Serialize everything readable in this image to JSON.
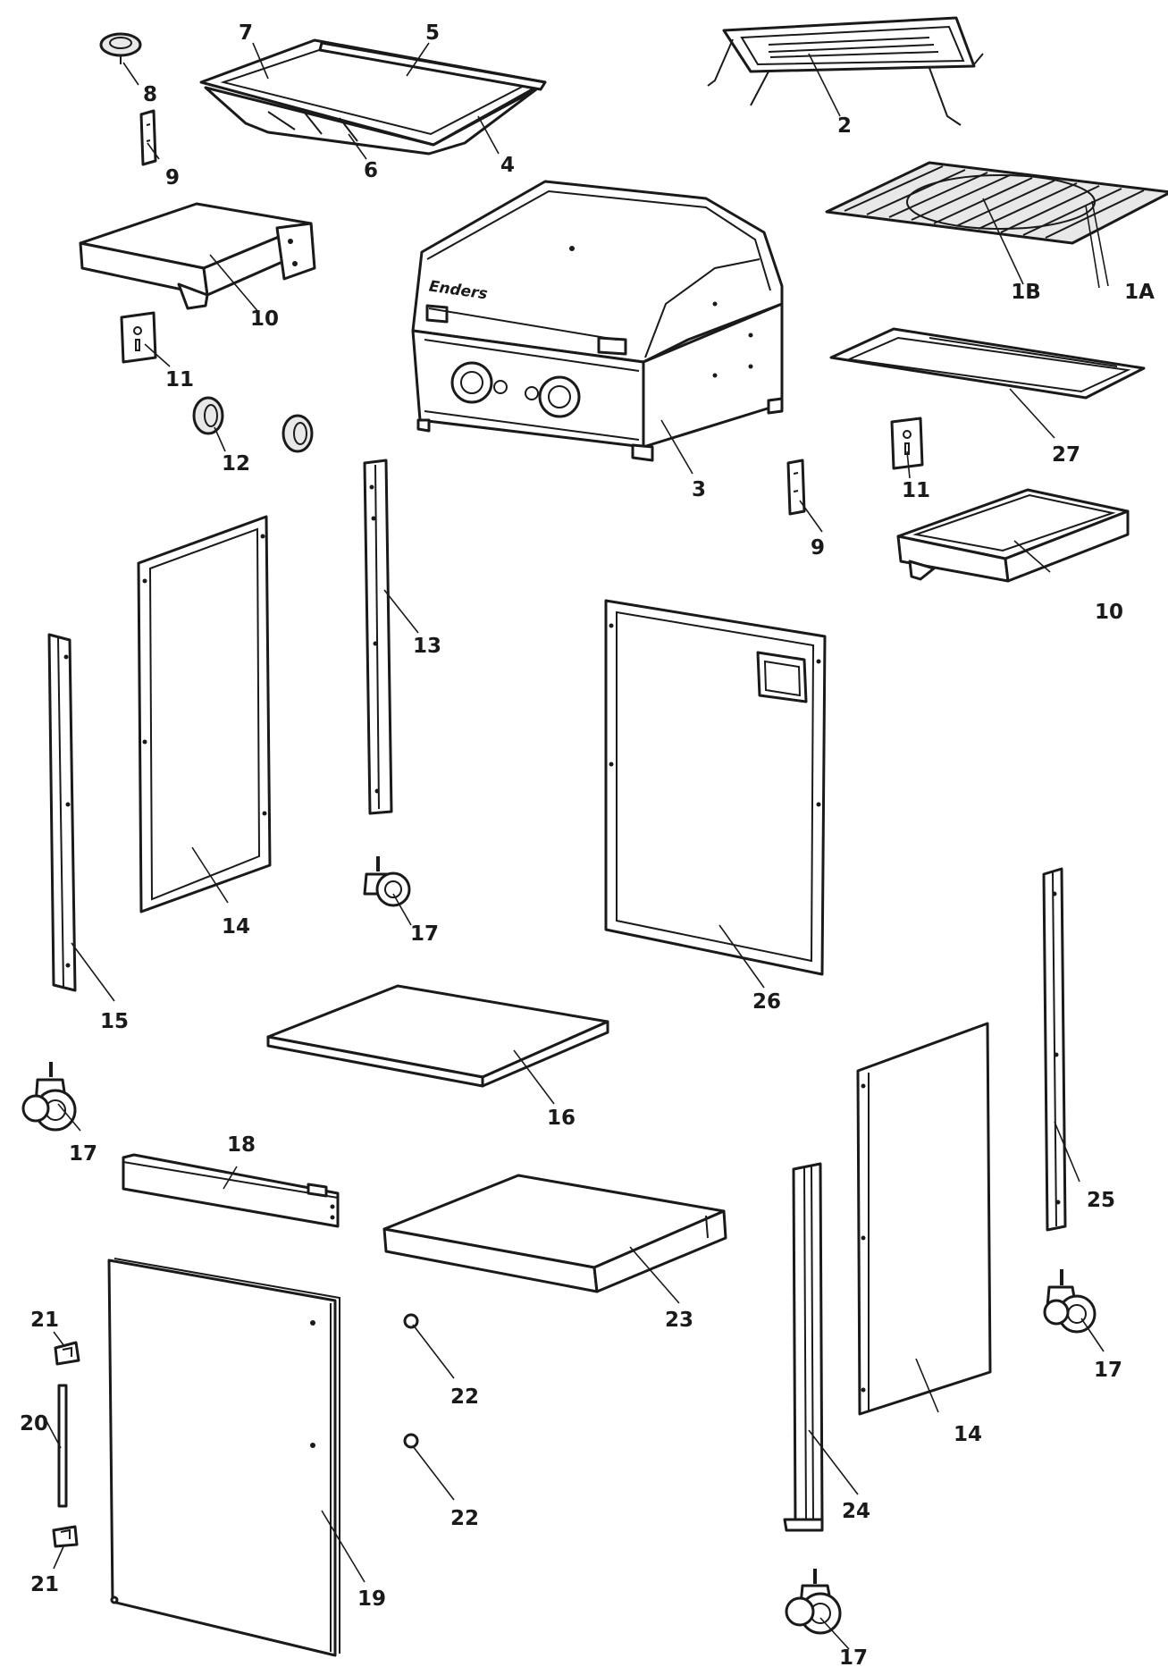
{
  "labels": {
    "p1A": "1A",
    "p1B": "1B",
    "p2": "2",
    "p3": "3",
    "p4": "4",
    "p5": "5",
    "p6": "6",
    "p7": "7",
    "p8": "8",
    "p9a": "9",
    "p9b": "9",
    "p10a": "10",
    "p10b": "10",
    "p11a": "11",
    "p11b": "11",
    "p12": "12",
    "p13": "13",
    "p14a": "14",
    "p14b": "14",
    "p15": "15",
    "p16": "16",
    "p17a": "17",
    "p17b": "17",
    "p17c": "17",
    "p17d": "17",
    "p18": "18",
    "p19": "19",
    "p20": "20",
    "p21a": "21",
    "p21b": "21",
    "p22a": "22",
    "p22b": "22",
    "p23": "23",
    "p24": "24",
    "p25": "25",
    "p26": "26",
    "p27": "27"
  },
  "brand": "Enders"
}
